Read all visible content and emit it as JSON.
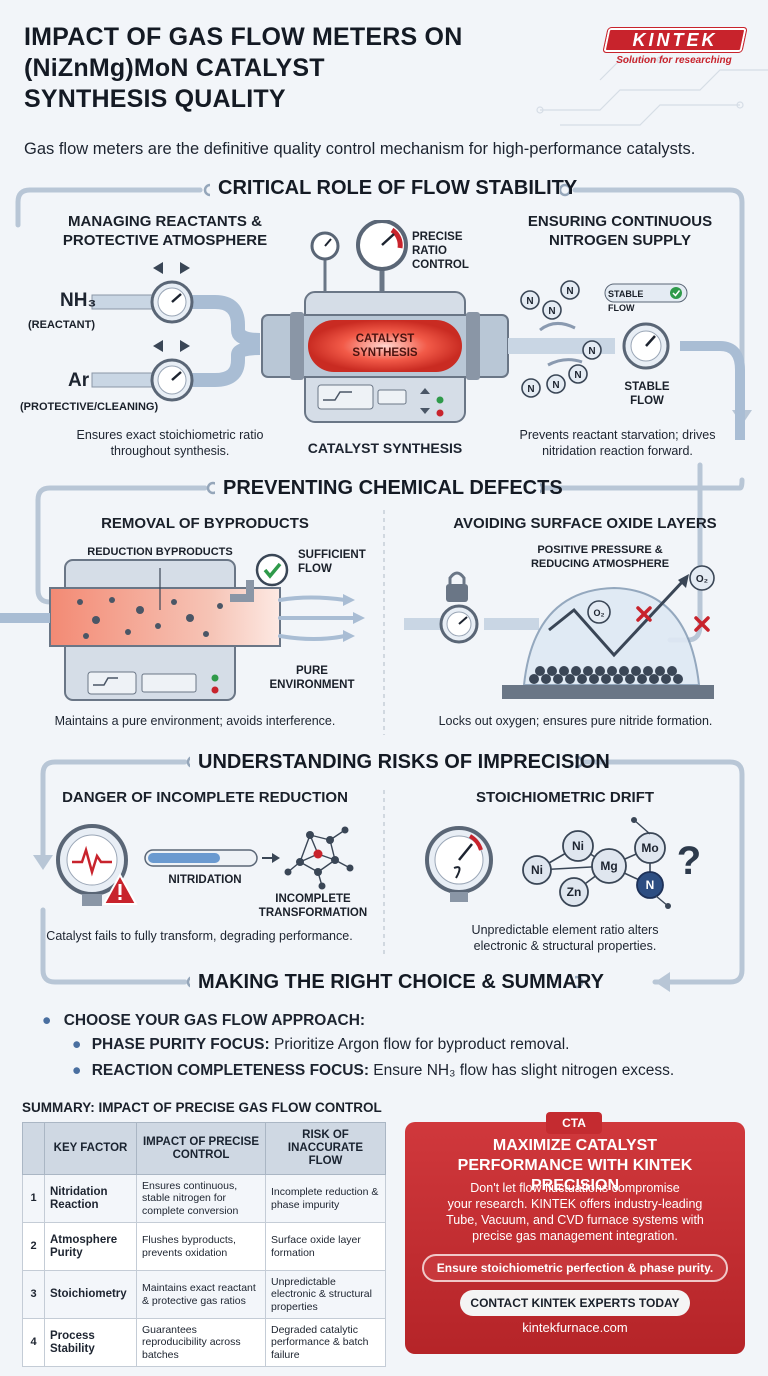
{
  "header": {
    "title_lines": [
      "IMPACT OF GAS FLOW METERS ON",
      "(NiZnMg)MoN CATALYST",
      "SYNTHESIS QUALITY"
    ],
    "logo": "KINTEK",
    "logo_tagline": "Solution for researching"
  },
  "intro": "Gas flow meters are the definitive quality control mechanism for high-performance catalysts.",
  "section1": {
    "title": "CRITICAL ROLE OF FLOW STABILITY",
    "left_title": [
      "MANAGING REACTANTS &",
      "PROTECTIVE ATMOSPHERE"
    ],
    "right_title": [
      "ENSURING CONTINUOUS",
      "NITROGEN SUPPLY"
    ],
    "nh3": "NH₃",
    "nh3_note": "(REACTANT)",
    "ar": "Ar",
    "ar_note": "(PROTECTIVE/CLEANING)",
    "precise_ratio": [
      "PRECISE",
      "RATIO",
      "CONTROL"
    ],
    "tube_label": [
      "CATALYST",
      "SYNTHESIS"
    ],
    "furnace_caption": "CATALYST SYNTHESIS",
    "stable_flow_badge": "STABLE FLOW",
    "stable_flow": [
      "STABLE",
      "FLOW"
    ],
    "nitrogen_symbol": "N",
    "left_desc": [
      "Ensures exact stoichiometric ratio",
      "throughout synthesis."
    ],
    "right_desc": [
      "Prevents reactant starvation; drives",
      "nitridation reaction forward."
    ]
  },
  "section2": {
    "title": "PREVENTING CHEMICAL DEFECTS",
    "left_title": "REMOVAL OF BYPRODUCTS",
    "right_title": "AVOIDING SURFACE OXIDE LAYERS",
    "byproducts": "REDUCTION BYPRODUCTS",
    "sufficient_flow": [
      "SUFFICIENT",
      "FLOW"
    ],
    "pure_env": [
      "PURE",
      "ENVIRONMENT"
    ],
    "positive_pressure": [
      "POSITIVE PRESSURE &",
      "REDUCING ATMOSPHERE"
    ],
    "o2": "O₂",
    "left_desc": "Maintains a pure environment; avoids interference.",
    "right_desc": "Locks out oxygen; ensures pure nitride formation."
  },
  "section3": {
    "title": "UNDERSTANDING RISKS OF IMPRECISION",
    "left_title": "DANGER OF INCOMPLETE REDUCTION",
    "right_title": "STOICHIOMETRIC DRIFT",
    "nitridation": "NITRIDATION",
    "incomplete": [
      "INCOMPLETE",
      "TRANSFORMATION"
    ],
    "elements": [
      "Ni",
      "Ni",
      "Mg",
      "Mo",
      "Zn",
      "N"
    ],
    "question": "?",
    "left_desc": "Catalyst fails to fully transform, degrading performance.",
    "right_desc": [
      "Unpredictable element ratio alters",
      "electronic & structural properties."
    ]
  },
  "section4": {
    "title": "MAKING THE RIGHT CHOICE & SUMMARY",
    "choose": "CHOOSE YOUR GAS FLOW APPROACH:",
    "items": [
      {
        "bold": "PHASE PURITY FOCUS:",
        "text": " Prioritize Argon flow for byproduct removal."
      },
      {
        "bold": "REACTION COMPLETENESS FOCUS:",
        "text": " Ensure NH₃ flow has slight nitrogen excess."
      }
    ]
  },
  "summary": {
    "title": "SUMMARY: IMPACT OF PRECISE GAS FLOW CONTROL",
    "headers": [
      "",
      "KEY FACTOR",
      "IMPACT OF PRECISE CONTROL",
      "RISK OF INACCURATE FLOW"
    ],
    "rows": [
      {
        "num": "1",
        "key": "Nitridation Reaction",
        "impact": "Ensures continuous, stable nitrogen for complete conversion",
        "risk": "Incomplete reduction & phase impurity"
      },
      {
        "num": "2",
        "key": "Atmosphere Purity",
        "impact": "Flushes byproducts, prevents oxidation",
        "risk": "Surface oxide layer formation"
      },
      {
        "num": "3",
        "key": "Stoichiometry",
        "impact": "Maintains exact reactant & protective gas ratios",
        "risk": "Unpredictable electronic & structural properties"
      },
      {
        "num": "4",
        "key": "Process Stability",
        "impact": "Guarantees reproducibility across batches",
        "risk": "Degraded catalytic performance & batch failure"
      }
    ]
  },
  "cta": {
    "tag": "CTA",
    "title": [
      "MAXIMIZE CATALYST",
      "PERFORMANCE WITH KINTEK PRECISION"
    ],
    "text": [
      "Don't let flow fluctuations compromise",
      "your research. KINTEK offers industry-leading",
      "Tube, Vacuum, and CVD furnace systems with",
      "precise gas management integration."
    ],
    "pill": "Ensure stoichiometric perfection & phase purity.",
    "button": "CONTACT KINTEK EXPERTS TODAY",
    "url": "kintekfurnace.com"
  },
  "colors": {
    "accent_red": "#c8232c",
    "glow_red": "#e8453c",
    "pipe_blue": "#a9bdd4",
    "flow_blue": "#cfe0f0",
    "green_check": "#2f9a4a",
    "steel": "#8a96a6"
  }
}
